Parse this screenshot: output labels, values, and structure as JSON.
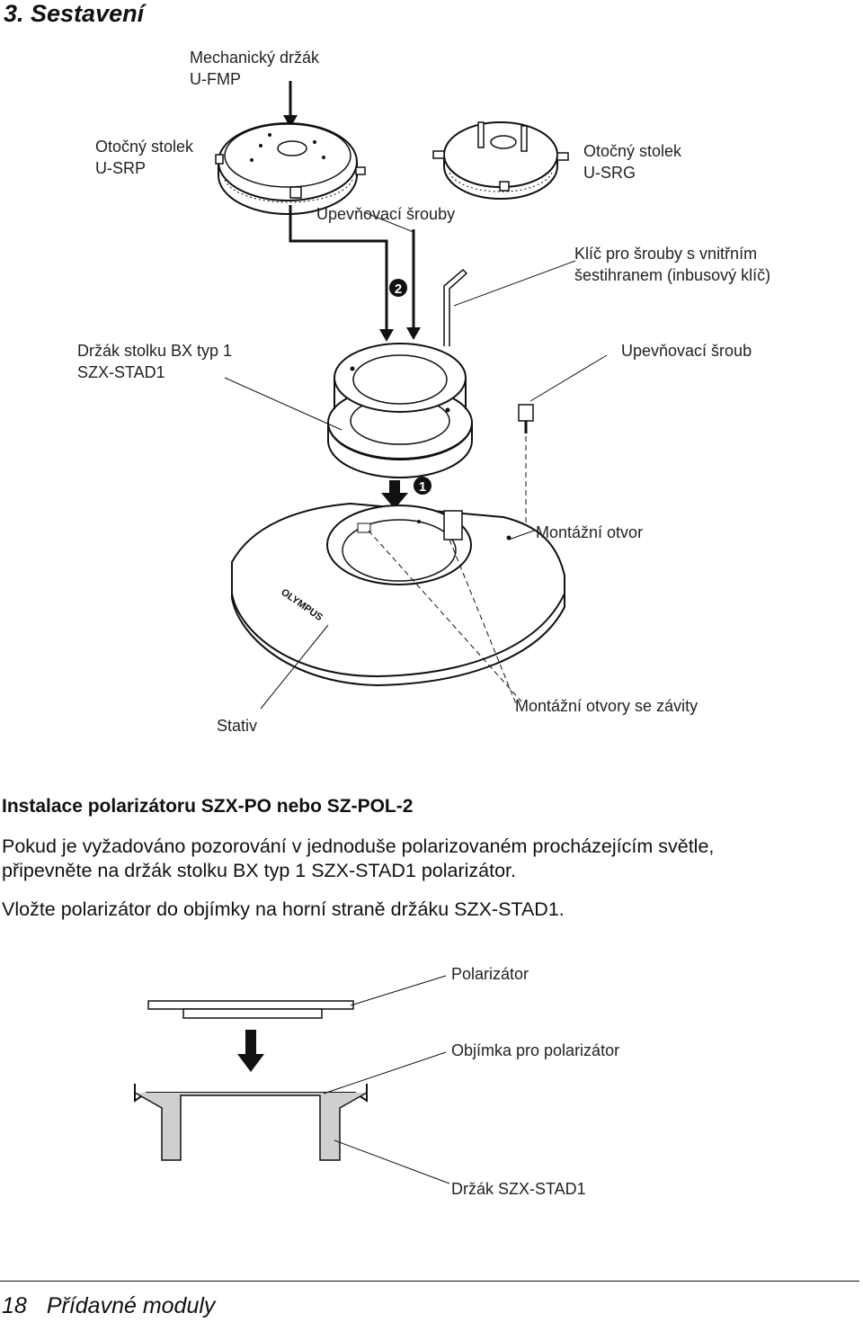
{
  "section_title": "3. Sestavení",
  "diagram_top": {
    "labels": {
      "mechanical_holder": [
        "Mechanický držák",
        "U-FMP"
      ],
      "rotating_stage_srp": [
        "Otočný stolek",
        "U-SRP"
      ],
      "rotating_stage_srg": [
        "Otočný stolek",
        "U-SRG"
      ],
      "fixing_screws": "Upevňovací šrouby",
      "hex_key": [
        "Klíč pro šrouby s vnitřním",
        "šestihranem (inbusový klíč)"
      ],
      "stage_holder": [
        "Držák stolku BX typ 1",
        "SZX-STAD1"
      ],
      "fixing_screw": "Upevňovací šroub",
      "mounting_hole": "Montážní otvor",
      "stand": "Stativ",
      "threaded_holes": "Montážní otvory se závity",
      "brand_mark": "OLYMPUS"
    },
    "step_markers": [
      "1",
      "2"
    ]
  },
  "polarizer_section": {
    "heading": "Instalace polarizátoru SZX-PO nebo SZ-POL-2",
    "paragraph_1": [
      "Pokud je vyžadováno pozorování v jednoduše polarizovaném procházejícím světle,",
      "připevněte na držák stolku BX typ 1 SZX-STAD1 polarizátor."
    ],
    "paragraph_2": "Vložte polarizátor do objímky na horní straně držáku SZX-STAD1."
  },
  "diagram_bottom": {
    "labels": {
      "polarizer": "Polarizátor",
      "polarizer_socket": "Objímka pro polarizátor",
      "holder": "Držák SZX-STAD1"
    }
  },
  "footer": {
    "page_number": "18",
    "chapter": "Přídavné moduly"
  }
}
